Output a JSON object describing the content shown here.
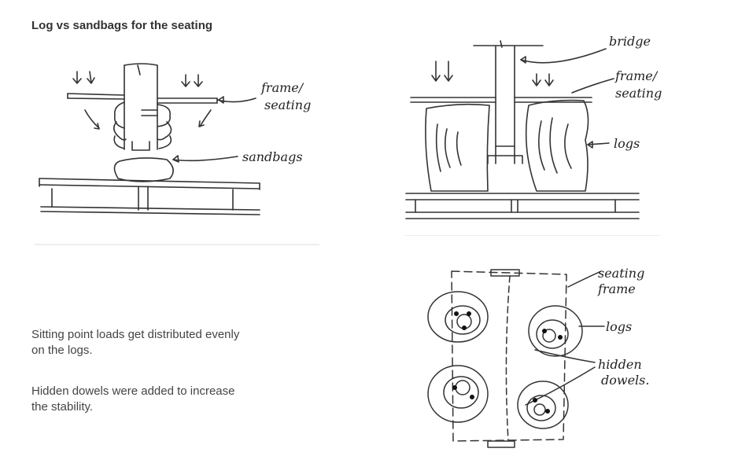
{
  "title": "Log vs sandbags for the seating",
  "sketches": {
    "sandbags": {
      "label_frame": "frame/",
      "label_seating": "seating",
      "label_sandbags": "sandbags"
    },
    "logs_section": {
      "label_bridge": "bridge",
      "label_frame": "frame/",
      "label_seating": "seating",
      "label_logs": "logs"
    },
    "logs_plan": {
      "label_seating": "seating",
      "label_frame": "frame",
      "label_logs": "logs",
      "label_hidden": "hidden",
      "label_dowels": "dowels."
    }
  },
  "descriptions": [
    "Sitting point loads get distributed evenly on the logs.",
    "Hidden dowels were added to increase the stability."
  ]
}
